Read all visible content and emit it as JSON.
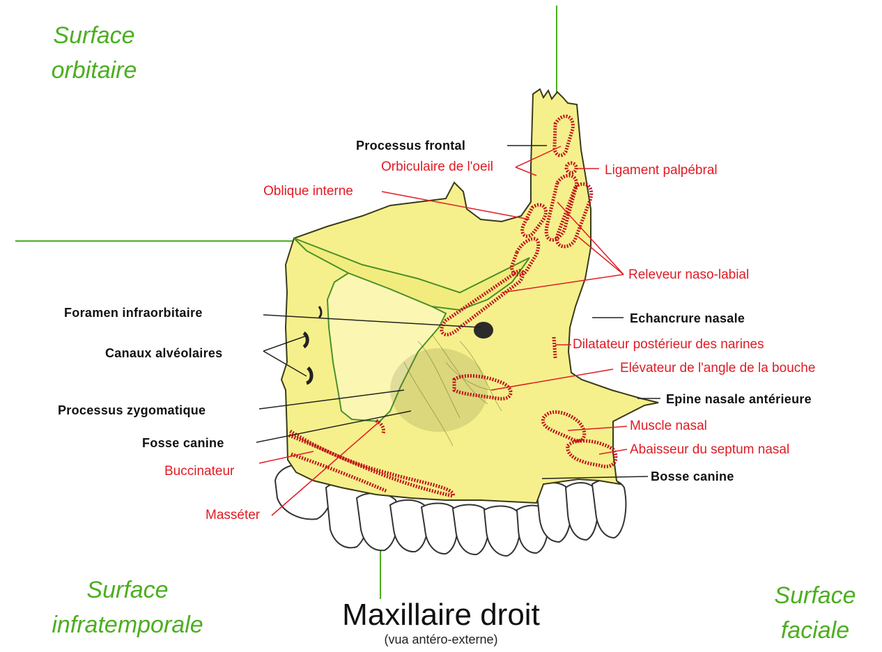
{
  "colors": {
    "bone": "#f5f08c",
    "bone_outline": "#3a3a1a",
    "muscle": "#e01b24",
    "surface_green": "#4cae1f",
    "label_black": "#111111"
  },
  "surfaces": {
    "orbitaire_1": "Surface",
    "orbitaire_2": "orbitaire",
    "infratemporale_1": "Surface",
    "infratemporale_2": "infratemporale",
    "faciale_1": "Surface",
    "faciale_2": "faciale"
  },
  "labels": {
    "processus_frontal": "Processus frontal",
    "orbiculaire": "Orbiculaire de l'oeil",
    "ligament": "Ligament palpébral",
    "oblique": "Oblique interne",
    "releveur": "Releveur naso-labial",
    "foramen": "Foramen infraorbitaire",
    "echancrure": "Echancrure nasale",
    "canaux": "Canaux alvéolaires",
    "dilatateur": "Dilatateur postérieur des narines",
    "elevateur": "Elévateur de l'angle de la bouche",
    "epine": "Epine nasale antérieure",
    "processus_zygo": "Processus zygomatique",
    "muscle_nasal": "Muscle nasal",
    "fosse": "Fosse canine",
    "abaisseur": "Abaisseur du septum nasal",
    "buccinateur": "Buccinateur",
    "bosse": "Bosse canine",
    "masseter": "Masséter"
  },
  "title": "Maxillaire droit",
  "subtitle": "(vua antéro-externe)"
}
